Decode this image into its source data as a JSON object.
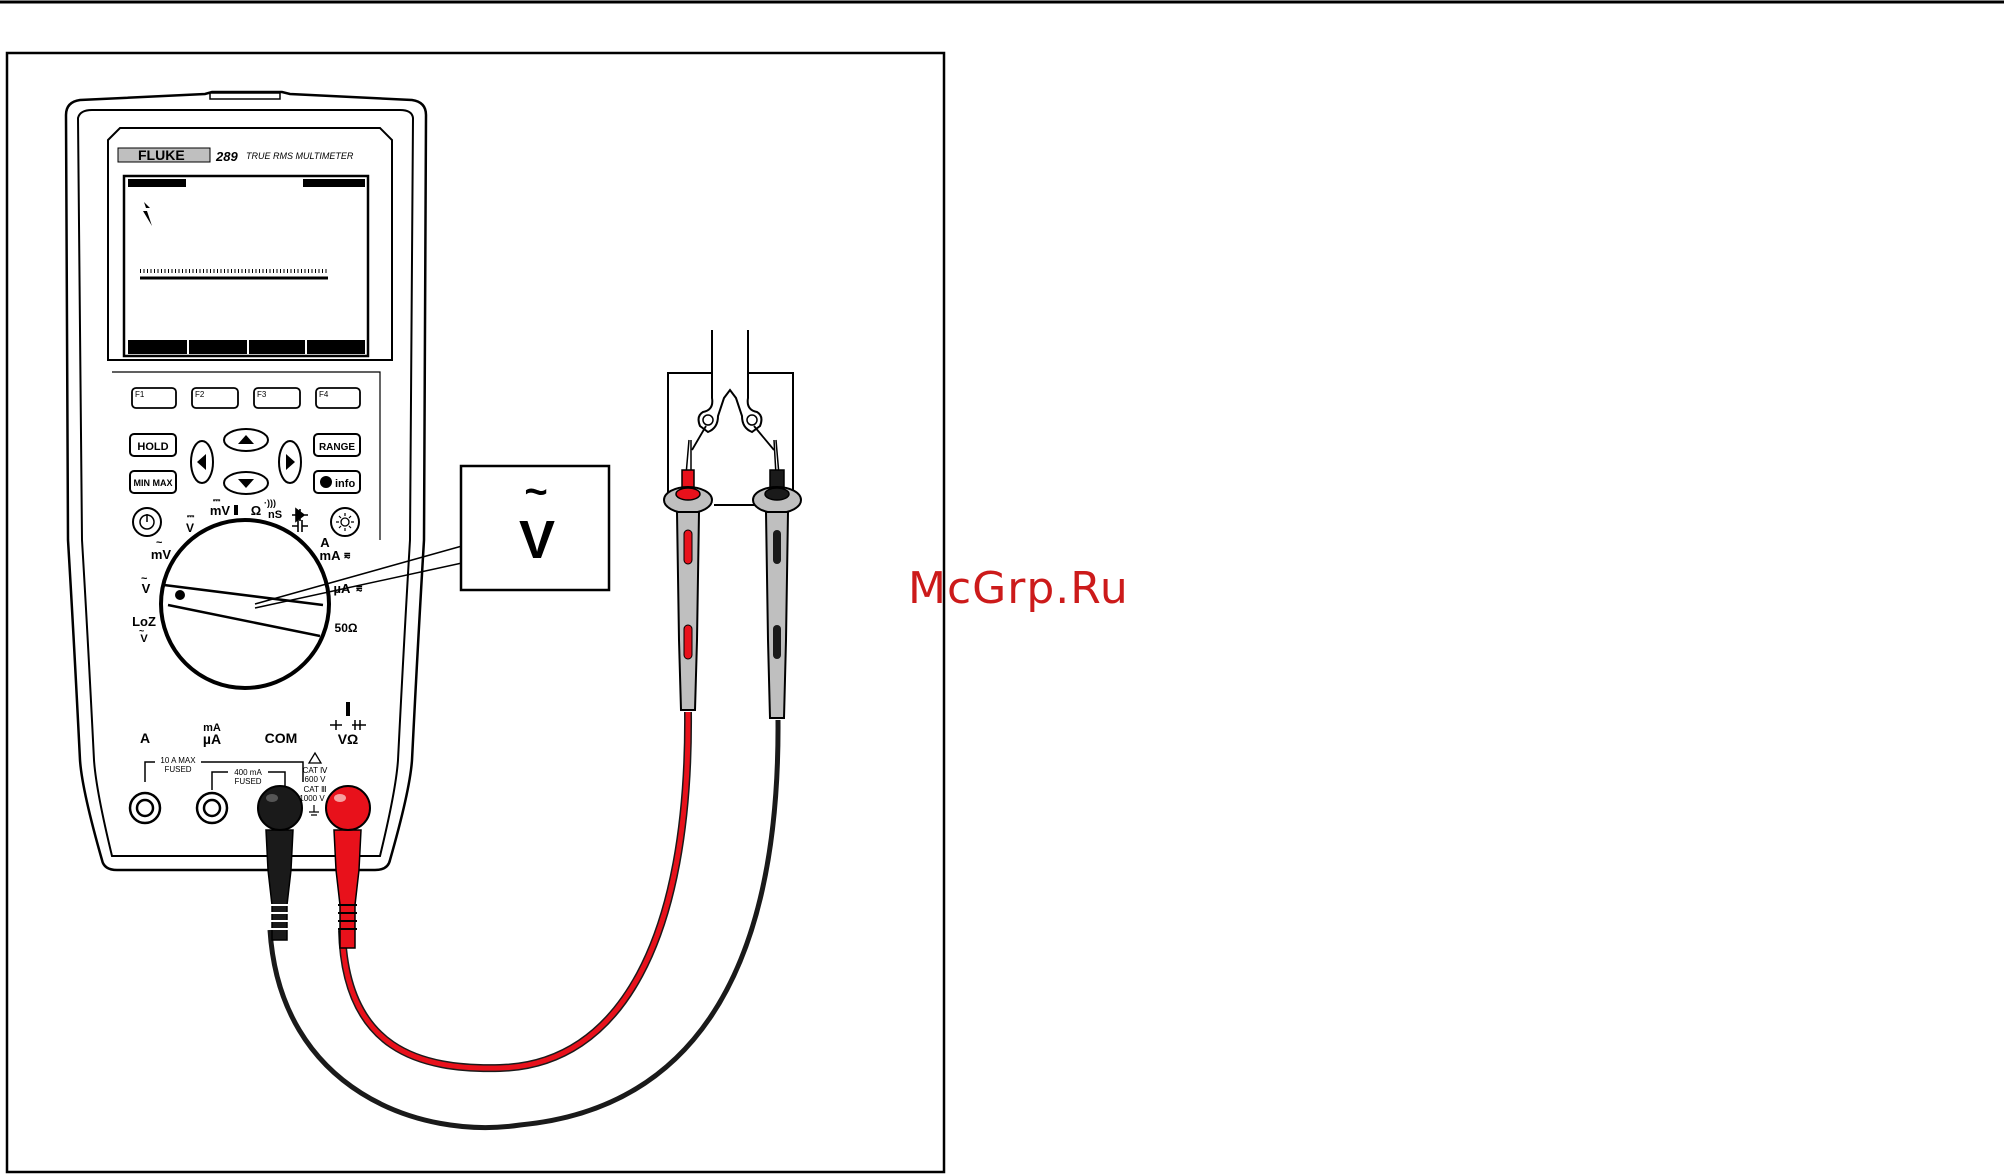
{
  "brand": "FLUKE",
  "model": "289",
  "model_desc": "TRUE RMS MULTIMETER",
  "softkeys": [
    "F1",
    "F2",
    "F3",
    "F4"
  ],
  "buttons": {
    "hold": "HOLD",
    "minmax": "MIN MAX",
    "range": "RANGE",
    "info": "info"
  },
  "dial": {
    "v_ac": "V",
    "v_dc": "V",
    "mv_dc": "mV",
    "ohm": "Ω",
    "ns": "nS",
    "mv_ac": "mV",
    "a_ma": "A",
    "ma": "mA",
    "ua": "µA",
    "fifty_ohm": "50Ω",
    "loz": "LoZ",
    "loz_v": "V",
    "v_main": "V"
  },
  "callout": {
    "symbol": "~",
    "label": "V"
  },
  "jacks": {
    "a": "A",
    "ma_top": "mA",
    "ma_bottom": "µA",
    "com": "COM",
    "v_ohm": "VΩ",
    "a_note_1": "10 A MAX",
    "a_note_2": "FUSED",
    "ma_note_1": "400 mA",
    "ma_note_2": "FUSED",
    "cat_1": "CAT Ⅳ",
    "cat_2": "600 V",
    "cat_3": "CAT Ⅲ",
    "cat_4": "1000 V"
  },
  "watermark": "McGrp.Ru",
  "colors": {
    "red_lead": "#e8111b",
    "black_lead": "#1a1a1a",
    "body": "#ffffff",
    "accent_grey": "#bfbfbf"
  }
}
